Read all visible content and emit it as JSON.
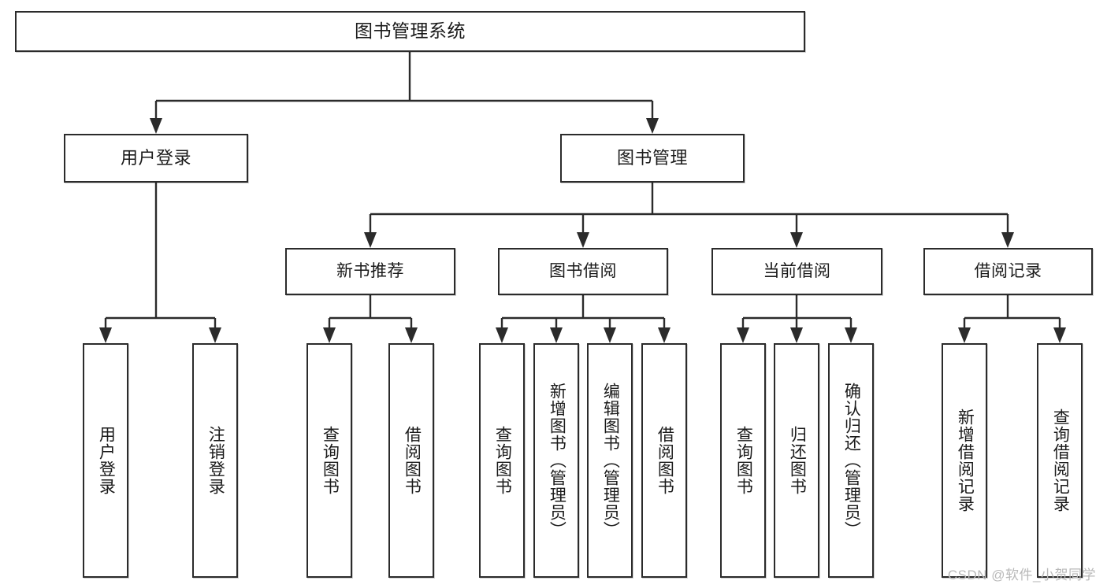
{
  "diagram": {
    "title": "图书管理系统",
    "type": "hierarchy-tree",
    "root": {
      "label": "图书管理系统"
    },
    "level2": [
      {
        "key": "login",
        "label": "用户登录"
      },
      {
        "key": "books",
        "label": "图书管理"
      }
    ],
    "level3": [
      {
        "key": "newbook",
        "label": "新书推荐"
      },
      {
        "key": "borrow",
        "label": "图书借阅"
      },
      {
        "key": "current",
        "label": "当前借阅"
      },
      {
        "key": "record",
        "label": "借阅记录"
      }
    ],
    "leaves": {
      "login": [
        {
          "label": "用户登录"
        },
        {
          "label": "注销登录"
        }
      ],
      "newbook": [
        {
          "label": "查询图书"
        },
        {
          "label": "借阅图书"
        }
      ],
      "borrow": [
        {
          "label": "查询图书"
        },
        {
          "label": "新增图书（管理员）"
        },
        {
          "label": "编辑图书（管理员）"
        },
        {
          "label": "借阅图书"
        }
      ],
      "current": [
        {
          "label": "查询图书"
        },
        {
          "label": "归还图书"
        },
        {
          "label": "确认归还（管理员）"
        }
      ],
      "record": [
        {
          "label": "新增借阅记录"
        },
        {
          "label": "查询借阅记录"
        }
      ]
    }
  },
  "watermark": {
    "text": "CSDN @软件_小贺同学"
  },
  "colors": {
    "stroke": "#2b2b2b",
    "background": "#ffffff",
    "text": "#1a1a1a",
    "watermark": "#b9b9b9"
  }
}
